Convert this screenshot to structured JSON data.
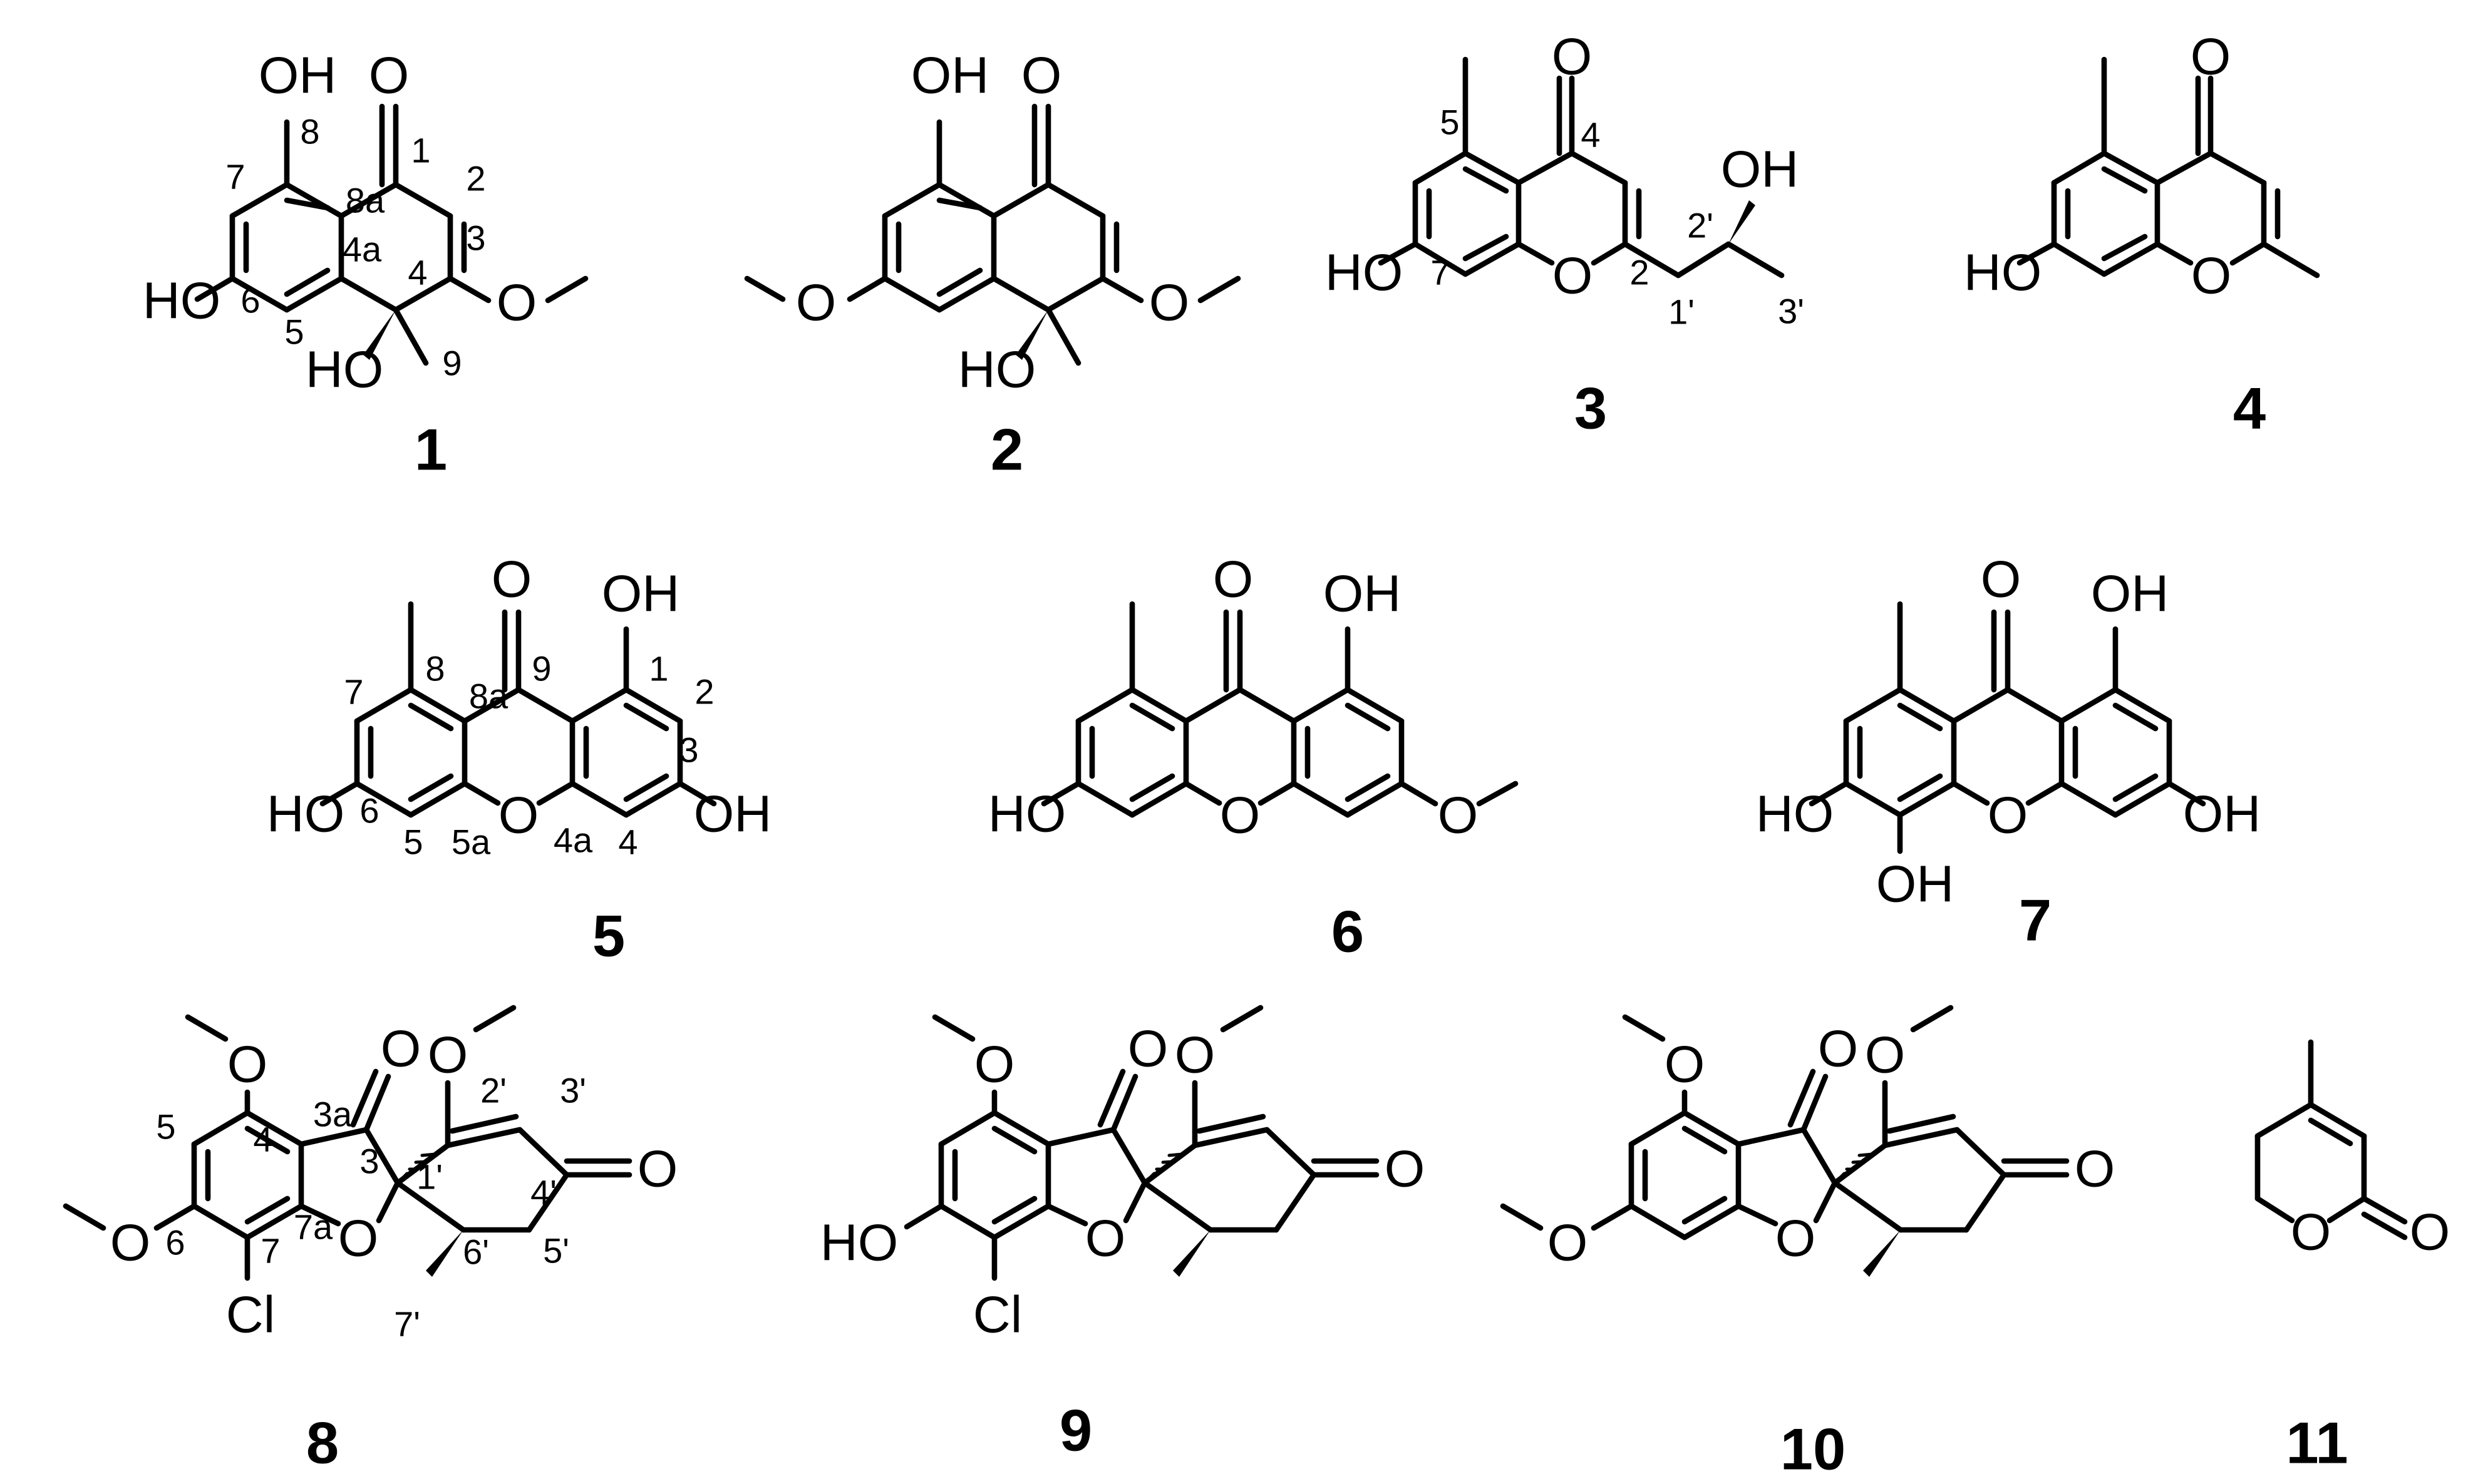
{
  "compounds": [
    {
      "id": "1",
      "atoms": {
        "OH_8": "OH",
        "O_1": "O",
        "HO_6": "HO",
        "O_3": "O",
        "HO_4": "HO"
      },
      "numbers": {
        "n1": "1",
        "n2": "2",
        "n3": "3",
        "n4": "4",
        "n4a": "4a",
        "n5": "5",
        "n6": "6",
        "n7": "7",
        "n8": "8",
        "n8a": "8a",
        "n9": "9"
      }
    },
    {
      "id": "2",
      "atoms": {
        "OH_8": "OH",
        "O_1": "O",
        "O_6": "O",
        "O_3": "O",
        "HO_4": "HO"
      }
    },
    {
      "id": "3",
      "atoms": {
        "O_4": "O",
        "OH_2p": "OH",
        "HO_7": "HO",
        "O_1": "O"
      },
      "numbers": {
        "n2": "2",
        "n4": "4",
        "n5": "5",
        "n7": "7",
        "n1p": "1'",
        "n2p": "2'",
        "n3p": "3'"
      }
    },
    {
      "id": "4",
      "atoms": {
        "O_4": "O",
        "HO_7": "HO",
        "O_1": "O"
      }
    },
    {
      "id": "5",
      "atoms": {
        "O_9": "O",
        "OH_1": "OH",
        "HO_6": "HO",
        "O_10": "O",
        "OH_3": "OH"
      },
      "numbers": {
        "n1": "1",
        "n2": "2",
        "n3": "3",
        "n4": "4",
        "n4a": "4a",
        "n5": "5",
        "n5a": "5a",
        "n6": "6",
        "n7": "7",
        "n8": "8",
        "n8a": "8a",
        "n9": "9"
      }
    },
    {
      "id": "6",
      "atoms": {
        "O_9": "O",
        "OH_1": "OH",
        "HO_6": "HO",
        "O_10": "O",
        "O_3": "O"
      }
    },
    {
      "id": "7",
      "atoms": {
        "O_9": "O",
        "OH_1": "OH",
        "HO_6": "HO",
        "OH_5": "OH",
        "O_10": "O",
        "OH_3": "OH"
      }
    },
    {
      "id": "8",
      "atoms": {
        "O_4": "O",
        "O_3": "O",
        "O_2p": "O",
        "O_4p": "O",
        "O_6": "O",
        "O_1": "O",
        "Cl_7": "Cl"
      },
      "numbers": {
        "n3": "3",
        "n3a": "3a",
        "n4": "4",
        "n5": "5",
        "n6": "6",
        "n7": "7",
        "n7a": "7a",
        "n1p": "1'",
        "n2p": "2'",
        "n3p": "3'",
        "n4p": "4'",
        "n5p": "5'",
        "n6p": "6'",
        "n7p": "7'"
      }
    },
    {
      "id": "9",
      "atoms": {
        "O_4": "O",
        "O_3": "O",
        "O_2p": "O",
        "O_4p": "O",
        "HO_6": "HO",
        "O_1": "O",
        "Cl_7": "Cl"
      }
    },
    {
      "id": "10",
      "atoms": {
        "O_4": "O",
        "O_3": "O",
        "O_2p": "O",
        "O_4p": "O",
        "O_6": "O",
        "O_1": "O"
      }
    },
    {
      "id": "11",
      "atoms": {
        "O_ring": "O",
        "O_co": "O"
      }
    }
  ]
}
